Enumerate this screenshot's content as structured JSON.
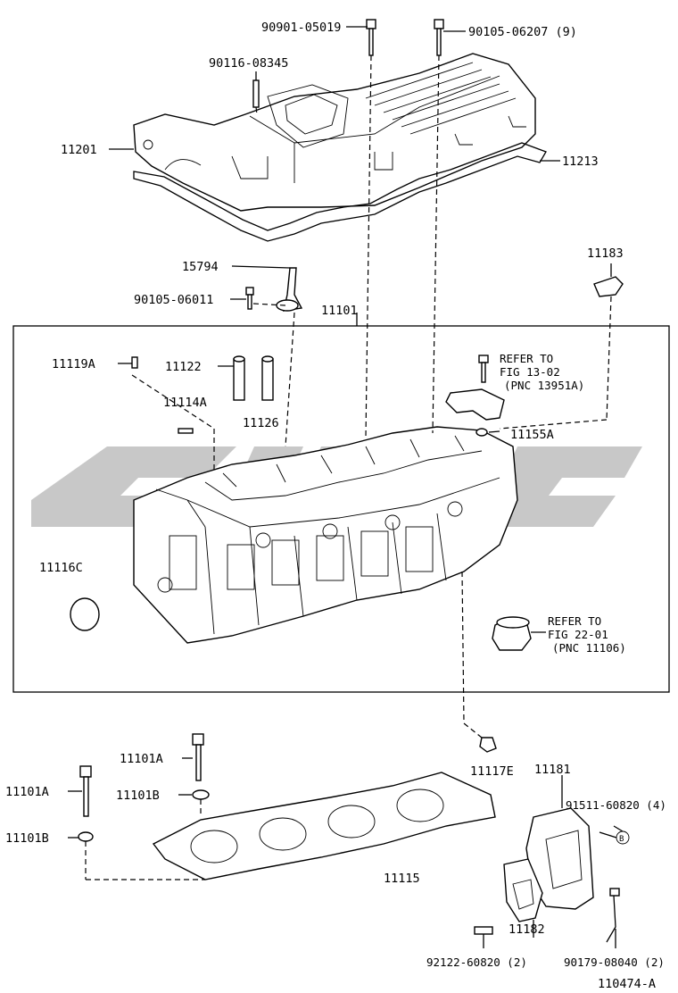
{
  "labels": {
    "p90901_05019": "90901-05019",
    "p90105_06207": "90105-06207 (9)",
    "p90116_08345": "90116-08345",
    "p11201": "11201",
    "p11213": "11213",
    "p15794": "15794",
    "p11183": "11183",
    "p90105_06011": "90105-06011",
    "p11101_top": "11101",
    "p11119A": "11119A",
    "p11122": "11122",
    "p11114A": "11114A",
    "p11126": "11126",
    "refer1_a": "REFER TO",
    "refer1_b": "FIG 13-02",
    "refer1_c": "(PNC 13951A)",
    "p11155A": "11155A",
    "p11116C": "11116C",
    "refer2_a": "REFER TO",
    "refer2_b": "FIG 22-01",
    "refer2_c": "(PNC 11106)",
    "p11101A_1": "11101A",
    "p11101A_2": "11101A",
    "p11101B_1": "11101B",
    "p11101B_2": "11101B",
    "p11117E": "11117E",
    "p11181": "11181",
    "p91511_60820": "91511-60820 (4)",
    "marker_b": "B",
    "p11115": "11115",
    "p11182": "11182",
    "p90179_08040": "90179-08040 (2)",
    "p92122_60820": "92122-60820 (2)",
    "fig_id": "110474-A"
  },
  "colors": {
    "line": "#000000",
    "watermark": "#c8c8c8",
    "background": "#ffffff"
  }
}
